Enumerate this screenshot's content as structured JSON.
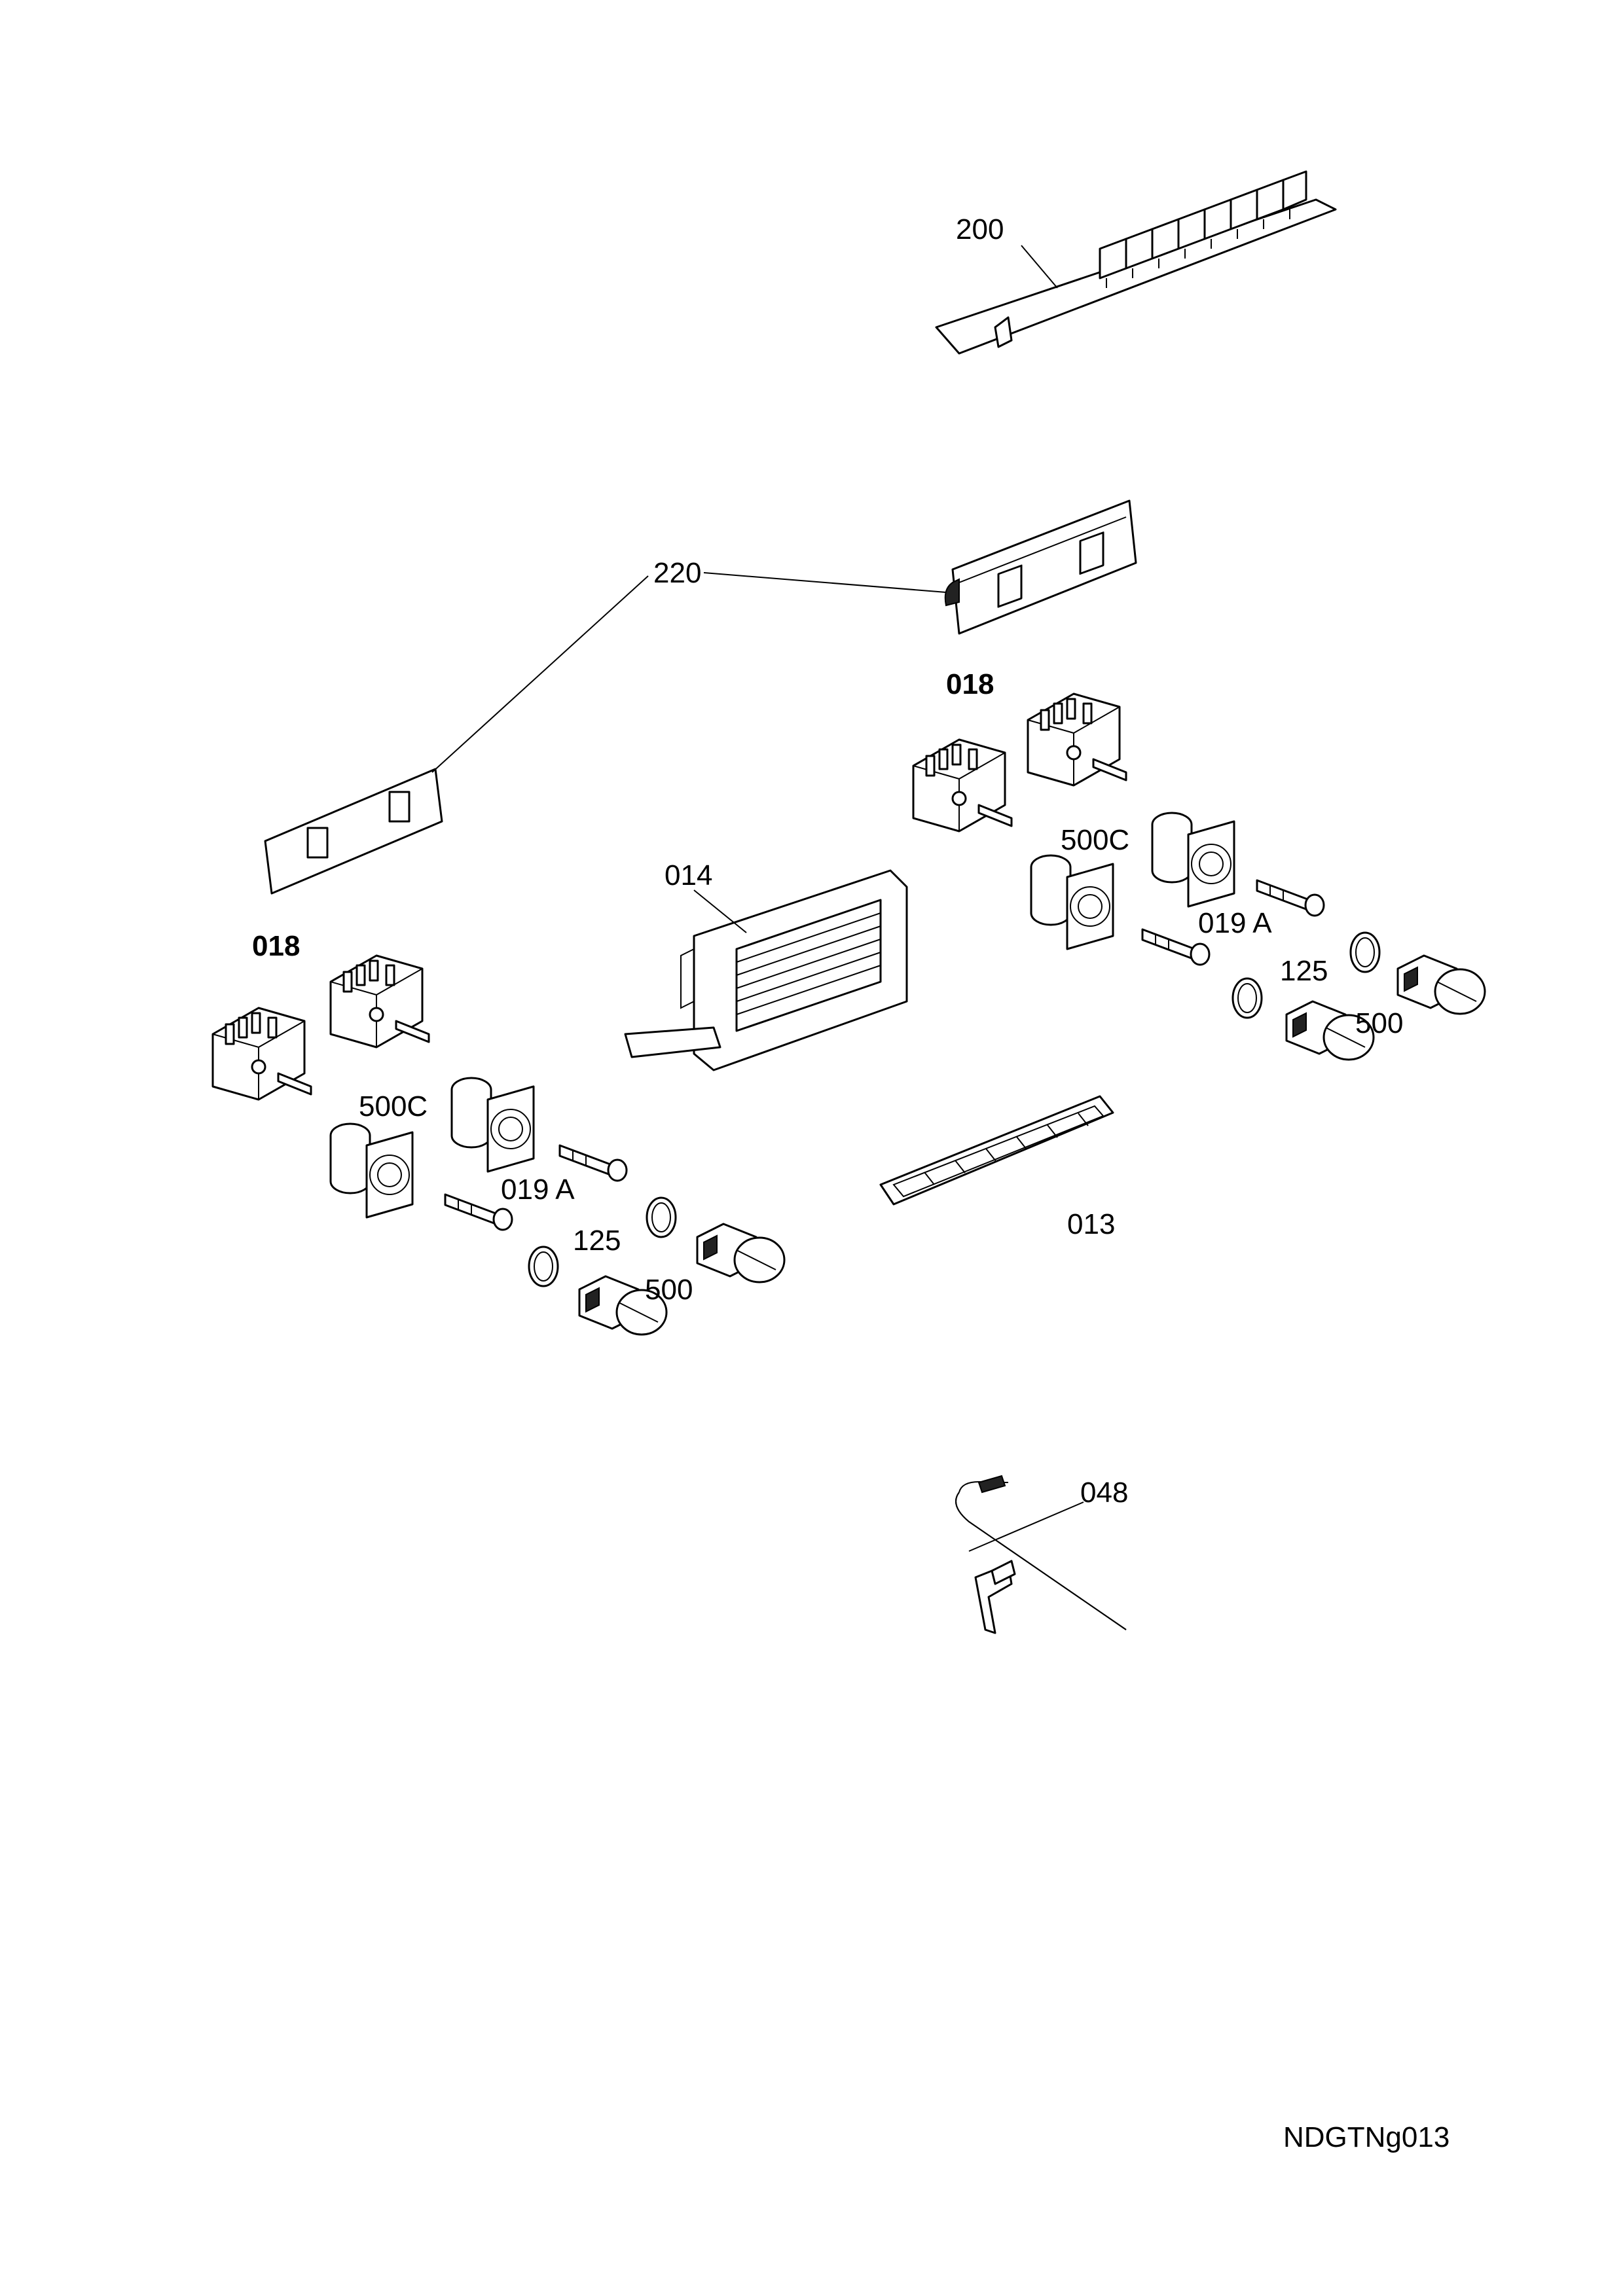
{
  "labels": {
    "part_200": "200",
    "part_220": "220",
    "part_018_right": "018",
    "part_018_left": "018",
    "part_014": "014",
    "part_500c_right": "500C",
    "part_500c_left": "500C",
    "part_019a_right": "019 A",
    "part_019a_left": "019 A",
    "part_125_right": "125",
    "part_125_left": "125",
    "part_500_right": "500",
    "part_500_left": "500",
    "part_013": "013",
    "part_048": "048"
  },
  "reference_code": "NDGTNg013"
}
